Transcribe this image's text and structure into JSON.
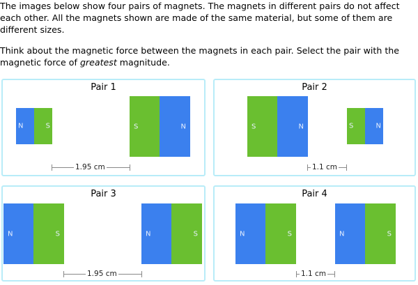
{
  "question": {
    "paragraph_1": "The images below show four pairs of magnets. The magnets in different pairs do not affect each other. All the magnets shown are made of the same material, but some of them are different sizes.",
    "paragraph_2_pre": "Think about the magnetic force between the magnets in each pair. Select the pair with the magnetic force of ",
    "paragraph_2_em": "greatest",
    "paragraph_2_post": " magnitude."
  },
  "colors": {
    "north": "#3b80ee",
    "south": "#6abf30",
    "panel_border": "#b8ecf8"
  },
  "pairs": [
    {
      "title": "Pair 1",
      "distance": "1.95 cm",
      "left": {
        "size": "small",
        "poles": [
          "N",
          "S"
        ]
      },
      "right": {
        "size": "large",
        "poles": [
          "S",
          "N"
        ]
      }
    },
    {
      "title": "Pair 2",
      "distance": "1.1 cm",
      "left": {
        "size": "large",
        "poles": [
          "S",
          "N"
        ]
      },
      "right": {
        "size": "small",
        "poles": [
          "S",
          "N"
        ]
      }
    },
    {
      "title": "Pair 3",
      "distance": "1.95 cm",
      "left": {
        "size": "large",
        "poles": [
          "N",
          "S"
        ]
      },
      "right": {
        "size": "large",
        "poles": [
          "N",
          "S"
        ]
      }
    },
    {
      "title": "Pair 4",
      "distance": "1.1 cm",
      "left": {
        "size": "large",
        "poles": [
          "N",
          "S"
        ]
      },
      "right": {
        "size": "large",
        "poles": [
          "N",
          "S"
        ]
      }
    }
  ]
}
